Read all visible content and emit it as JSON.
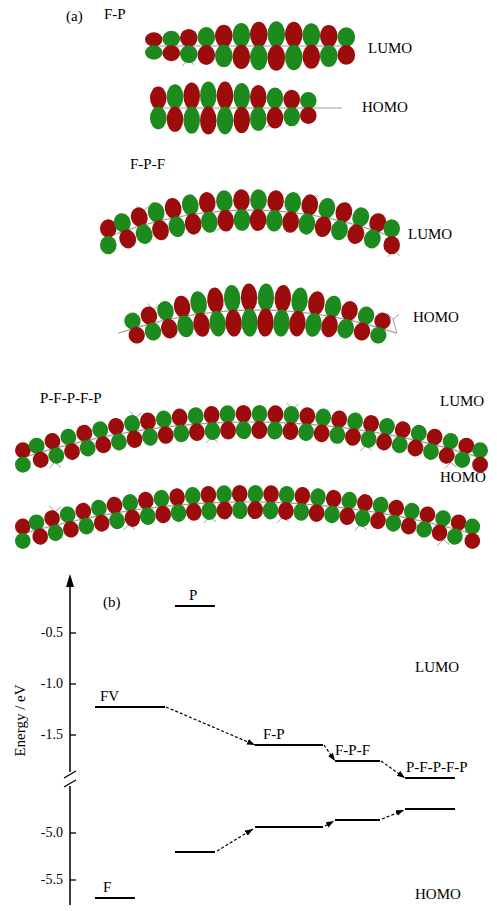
{
  "diagram": {
    "nodes": [
      {
        "text": [
          "P"
        ]
      },
      {
        "text": [
          "FV"
        ]
      },
      {
        "text": [
          "F-P"
        ]
      },
      {
        "text": [
          "F-P-F"
        ]
      },
      {
        "text": [
          "P-F-P-F-P"
        ]
      },
      {
        "text": [
          "F"
        ]
      }
    ],
    "edges": [
      {
        "from": 1,
        "to": 2,
        "arrow": "to"
      },
      {
        "from": 2,
        "to": 3,
        "arrow": "to"
      },
      {
        "from": 3,
        "to": 4,
        "arrow": "to"
      }
    ],
    "labels": [
      "(a)",
      "F-P",
      "LUMO",
      "HOMO",
      "F-P-F",
      "LUMO",
      "HOMO",
      "P-F-P-F-P",
      "LUMO",
      "HOMO",
      "(b)",
      "Energy / eV",
      "-0.5",
      "-1.0",
      "-1.5",
      "-5.0",
      "-5.5",
      "LUMO",
      "HOMO"
    ]
  }
}
